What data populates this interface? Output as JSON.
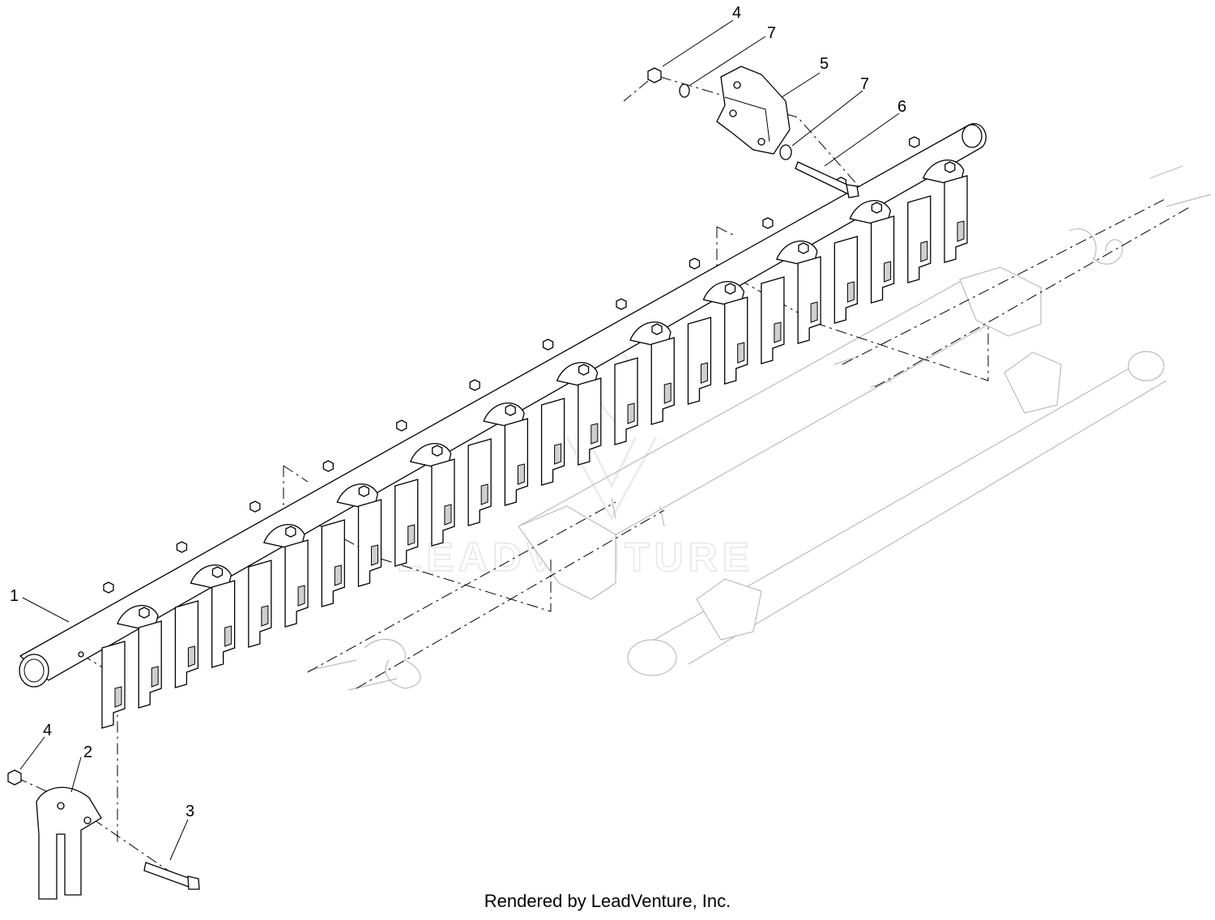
{
  "diagram": {
    "watermark": "LEADVENTURE",
    "credit": "Rendered by LeadVenture, Inc.",
    "callouts": [
      {
        "id": "c1",
        "label": "1"
      },
      {
        "id": "c2",
        "label": "2"
      },
      {
        "id": "c3",
        "label": "3"
      },
      {
        "id": "c4a",
        "label": "4"
      },
      {
        "id": "c4b",
        "label": "4"
      },
      {
        "id": "c5",
        "label": "5"
      },
      {
        "id": "c6",
        "label": "6"
      },
      {
        "id": "c7a",
        "label": "7"
      },
      {
        "id": "c7b",
        "label": "7"
      }
    ]
  }
}
